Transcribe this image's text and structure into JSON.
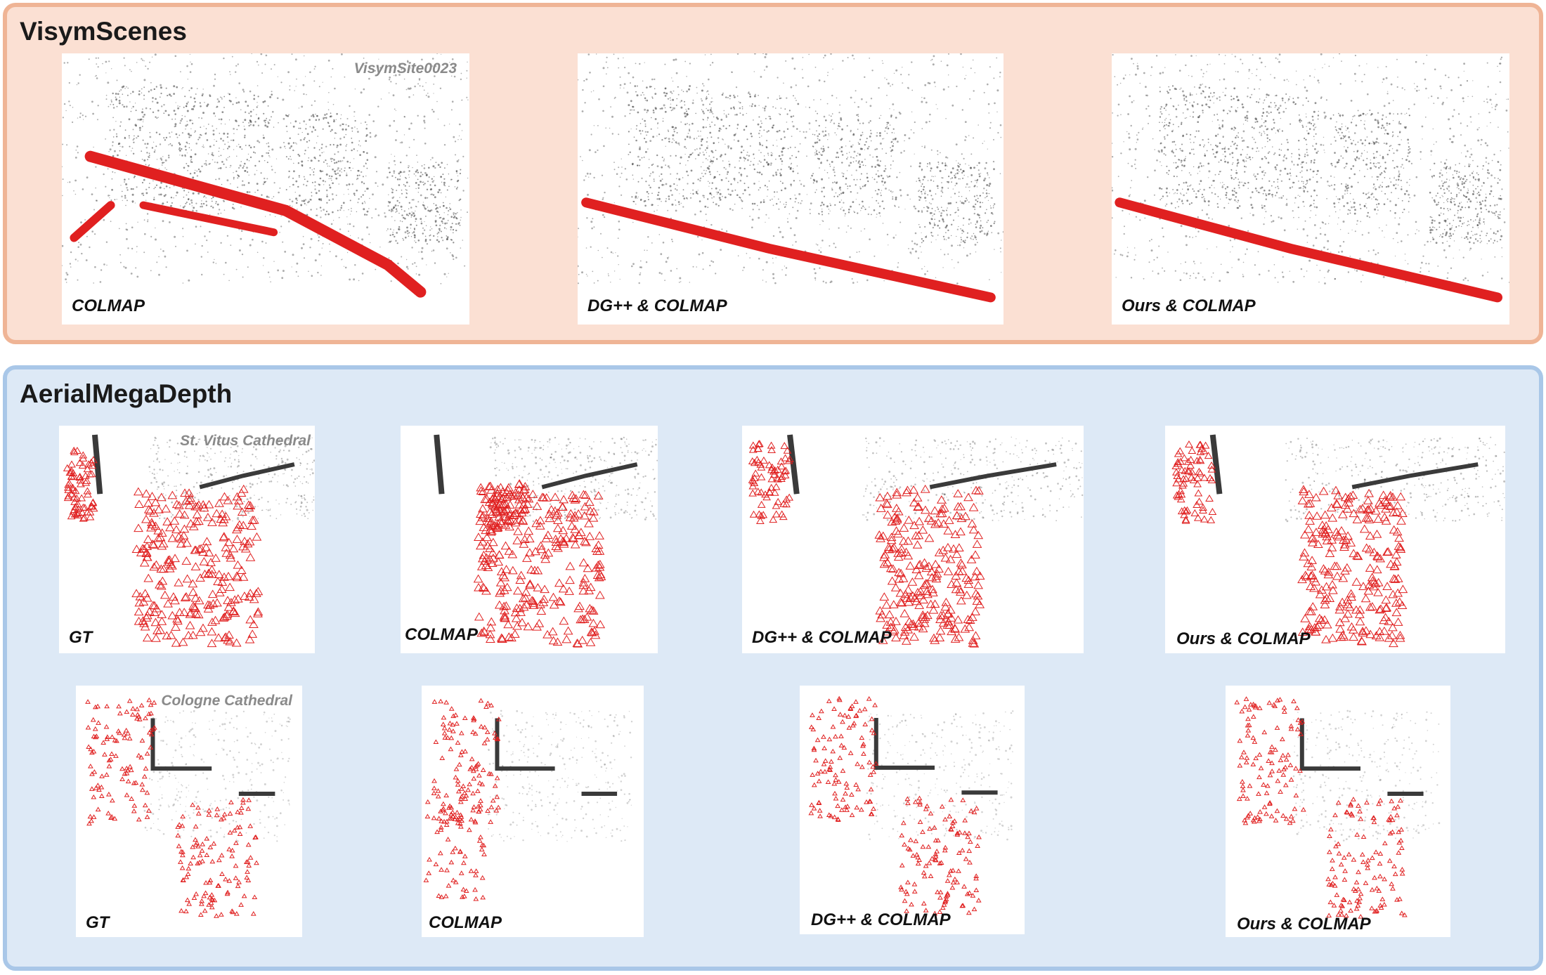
{
  "sections": {
    "visym": {
      "title": "VisymScenes",
      "scene_label": "VisymSite0023",
      "panels": [
        "COLMAP",
        "DG++ & COLMAP",
        "Ours & COLMAP"
      ]
    },
    "aerial": {
      "title": "AerialMegaDepth",
      "scene1_label": "St. Vitus Cathedral",
      "scene2_label": "Cologne Cathedral",
      "row1": [
        "GT",
        "COLMAP",
        "DG++ & COLMAP",
        "Ours & COLMAP"
      ],
      "row2": [
        "GT",
        "COLMAP",
        "DG++ & COLMAP",
        "Ours & COLMAP"
      ]
    }
  },
  "colors": {
    "camera": "#e02020",
    "points": "#4a4a4a"
  }
}
